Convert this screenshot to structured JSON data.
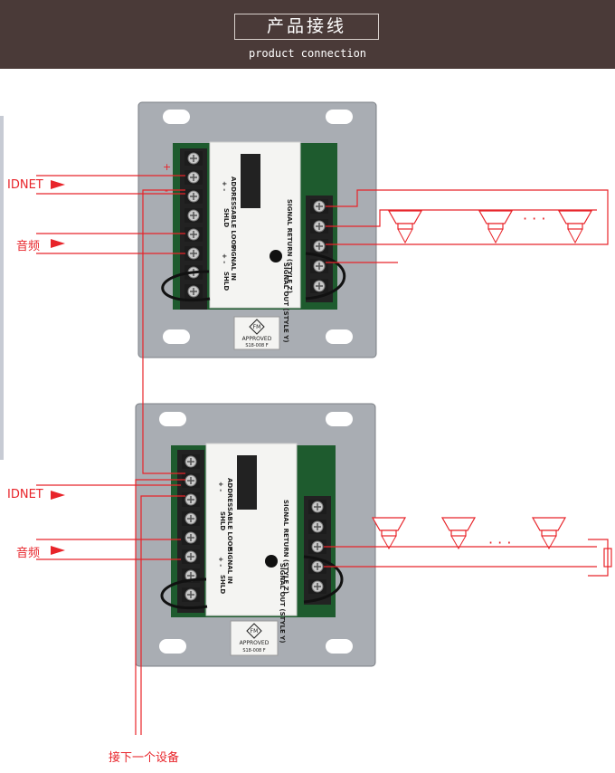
{
  "header": {
    "title": "产品接线",
    "subtitle": "product connection"
  },
  "module_top": {
    "left_labels": [
      "IDNET",
      "音频"
    ],
    "polarity": [
      "+",
      "-"
    ],
    "panel_text": {
      "loop": "ADDRESSABLE LOOP",
      "signal_in": "SIGNAL IN",
      "signal_out": "SIGNAL OUT (STYLE Y)",
      "signal_return": "SIGNAL RETURN (STYLE Z)",
      "shld_left": "SHLD",
      "shld_right": "SHLD",
      "plusminus_a": "+ -",
      "plusminus_b": "+ -"
    },
    "badge": {
      "logo": "FM",
      "approved": "APPROVED",
      "code": "S18-008 F"
    },
    "dots": "· · ·"
  },
  "module_bottom": {
    "left_labels": [
      "IDNET",
      "音频"
    ],
    "panel_text": {
      "loop": "ADDRESSABLE LOOP",
      "signal_in": "SIGNAL IN",
      "signal_out": "SIGNAL OUT (STYLE Y)",
      "signal_return": "SIGNAL RETURN (STYLE Z)",
      "shld_left": "SHLD",
      "shld_right": "SHLD",
      "plusminus_a": "+ -",
      "plusminus_b": "+ -"
    },
    "badge": {
      "logo": "FM",
      "approved": "APPROVED",
      "code": "S18-008 F"
    },
    "dots": "· · ·"
  },
  "footer_label": "接下一个设备",
  "colors": {
    "wire": "#e8242a",
    "header_bg": "#4a3a38",
    "plate": "#a9adb3",
    "pcb": "#1e5b2e",
    "terminal": "#2a2a2a"
  }
}
